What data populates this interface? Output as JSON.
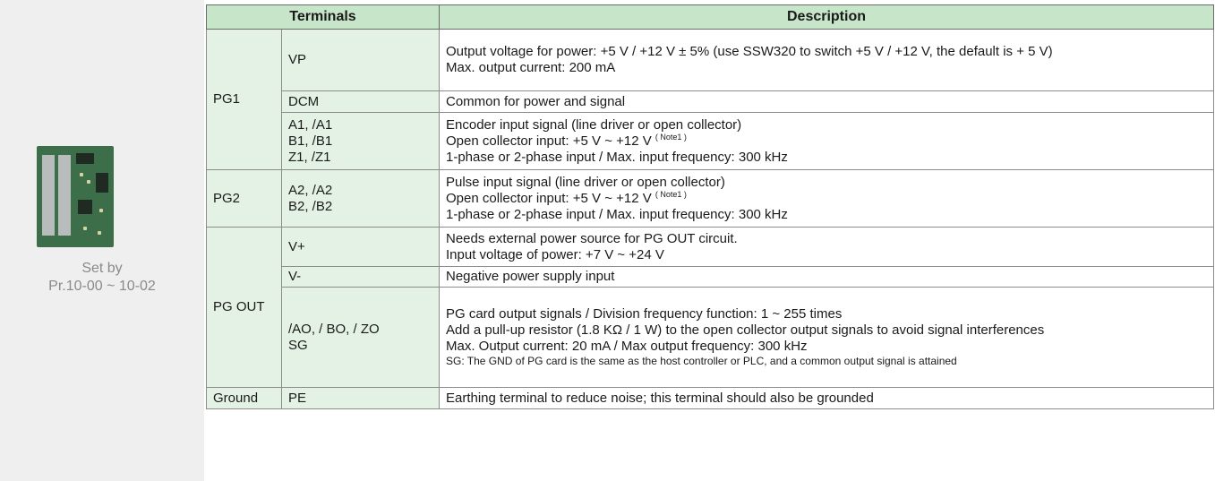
{
  "header": {
    "terminals": "Terminals",
    "description": "Description"
  },
  "side": {
    "caption_line1": "Set by",
    "caption_line2": "Pr.10-00 ~ 10-02"
  },
  "groups": {
    "pg1": "PG1",
    "pg2": "PG2",
    "pgout": "PG OUT",
    "ground": "Ground"
  },
  "rows": {
    "vp": {
      "terminal": "VP",
      "d1": "Output voltage for power: +5 V / +12 V ± 5% (use SSW320 to switch +5 V / +12 V, the default is + 5 V)",
      "d2": "Max. output current: 200 mA"
    },
    "dcm": {
      "terminal": "DCM",
      "d1": "Common for power and signal"
    },
    "a1": {
      "t1": "A1, /A1",
      "t2": "B1, /B1",
      "t3": "Z1, /Z1",
      "d1": "Encoder input signal (line driver or open collector)",
      "d2": "Open collector input: +5 V ~ +12 V",
      "note": "( Note1 )",
      "d3": "1-phase or 2-phase input / Max. input frequency: 300 kHz"
    },
    "a2": {
      "t1": "A2, /A2",
      "t2": "B2, /B2",
      "d1": "Pulse input signal (line driver or open collector)",
      "d2": "Open collector input: +5 V ~ +12 V",
      "note": "( Note1 )",
      "d3": "1-phase or 2-phase input / Max. input frequency: 300 kHz"
    },
    "vplus": {
      "terminal": "V+",
      "d1": "Needs external power source for PG OUT circuit.",
      "d2": "Input voltage of power: +7 V ~ +24 V"
    },
    "vminus": {
      "terminal": "V-",
      "d1": "Negative power supply input"
    },
    "ao": {
      "t1": "/AO, / BO, / ZO",
      "t2": "SG",
      "d1": "PG card output signals / Division frequency function: 1 ~ 255 times",
      "d2": "Add a pull-up resistor (1.8 KΩ / 1 W) to the open collector output signals to avoid signal interferences",
      "d3": "Max. Output current: 20 mA / Max output frequency: 300 kHz",
      "d4": "SG: The GND of PG card is the same as the host controller or PLC, and a common output signal is attained"
    },
    "pe": {
      "terminal": "PE",
      "d1": "Earthing terminal to reduce noise; this terminal should also be grounded"
    }
  },
  "colors": {
    "header_bg": "#c6e5c9",
    "terminal_bg": "#e4f2e5",
    "side_bg": "#efefef"
  }
}
